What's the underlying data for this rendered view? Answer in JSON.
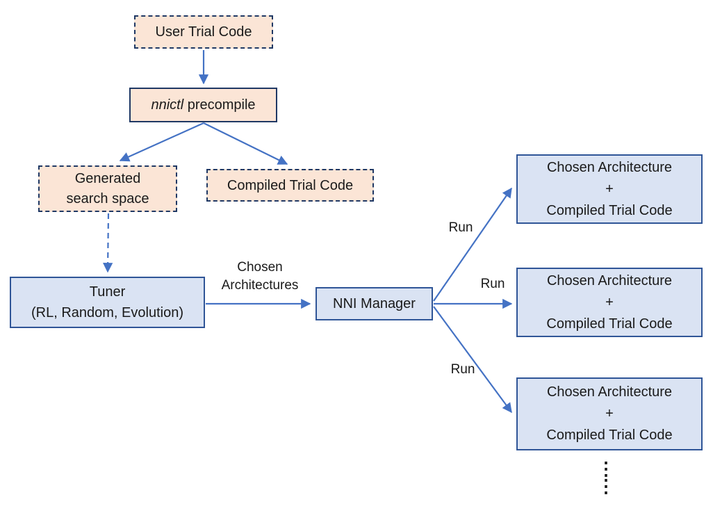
{
  "colors": {
    "peach_fill": "#fbe5d6",
    "blue_fill": "#dae3f3",
    "dashed_border": "#1f3864",
    "solid_border": "#2f5597",
    "arrow": "#4472c4"
  },
  "nodes": {
    "user_trial_code": "User Trial Code",
    "nnictl_precompile": {
      "italic": "nnictl",
      "rest": " precompile"
    },
    "generated_search_space": "Generated\nsearch space",
    "compiled_trial_code": "Compiled Trial Code",
    "tuner": "Tuner\n(RL, Random, Evolution)",
    "nni_manager": "NNI Manager",
    "arch_boxes": [
      "Chosen Architecture\n+\nCompiled Trial Code",
      "Chosen Architecture\n+\nCompiled Trial Code",
      "Chosen Architecture\n+\nCompiled Trial Code"
    ]
  },
  "edge_labels": {
    "chosen_architectures": "Chosen\nArchitectures",
    "run_top": "Run",
    "run_middle": "Run",
    "run_bottom": "Run"
  },
  "ellipsis": "⋮\n⋮"
}
